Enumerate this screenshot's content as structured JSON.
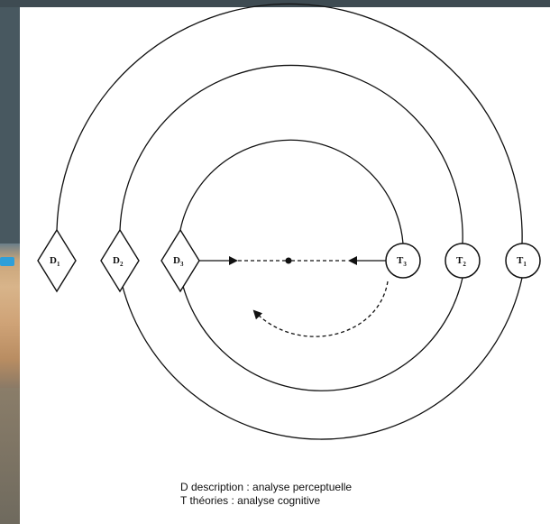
{
  "nodes": {
    "d1": {
      "letter": "D",
      "sub": "1"
    },
    "d2": {
      "letter": "D",
      "sub": "2"
    },
    "d3": {
      "letter": "D",
      "sub": "3"
    },
    "t1": {
      "letter": "T",
      "sub": "1"
    },
    "t2": {
      "letter": "T",
      "sub": "2"
    },
    "t3": {
      "letter": "T",
      "sub": "3"
    }
  },
  "legend": {
    "line1": "D description : analyse perceptuelle",
    "line2": "T théories : analyse cognitive"
  },
  "colors": {
    "ink": "#111111",
    "paper": "#ffffff",
    "frame": "#4a5a63"
  }
}
